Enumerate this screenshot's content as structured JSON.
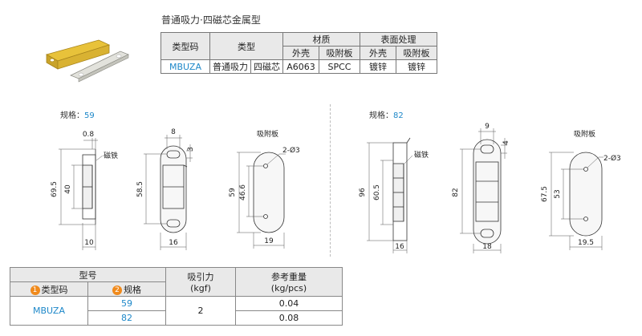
{
  "title": "普通吸力·四磁芯金属型",
  "spec_table": {
    "headers": {
      "model_code": "类型码",
      "type": "类型",
      "material": "材质",
      "surface": "表面处理",
      "shell": "外壳",
      "plate": "吸附板",
      "shell2": "外壳",
      "plate2": "吸附板"
    },
    "row": {
      "code": "MBUZA",
      "type1": "普通吸力",
      "type2": "四磁芯",
      "mat_shell": "A6063",
      "mat_plate": "SPCC",
      "surf_shell": "镀锌",
      "surf_plate": "镀锌"
    }
  },
  "spec59": {
    "label": "规格：",
    "value": "59",
    "dims": {
      "top": "0.8",
      "total_h": "69.5",
      "mag_h": "40",
      "base_w": "10",
      "side_w": "16",
      "width": "8",
      "hole": "3",
      "body_h": "58.5",
      "plate_h": "59",
      "plate_hole_dist": "46.6",
      "plate_w": "19",
      "holes": "2-Ø3"
    },
    "labels": {
      "magnet": "磁铁",
      "plate": "吸附板"
    }
  },
  "spec82": {
    "label": "规格：",
    "value": "82",
    "dims": {
      "total_h": "96",
      "mag_h": "60.5",
      "side_w": "16",
      "width": "9",
      "hole": "4",
      "body_h": "82",
      "body_w": "18",
      "plate_h": "67.5",
      "plate_hole_dist": "53",
      "plate_w": "19.5",
      "holes": "2-Ø3"
    },
    "labels": {
      "magnet": "磁铁",
      "plate": "吸附板"
    }
  },
  "model_table": {
    "headers": {
      "model": "型号",
      "code": "类型码",
      "spec": "规格",
      "force": "吸引力",
      "force_unit": "(kgf)",
      "weight": "参考重量",
      "weight_unit": "(kg/pcs)",
      "n1": "1",
      "n2": "2"
    },
    "code": "MBUZA",
    "force": "2",
    "rows": [
      {
        "spec": "59",
        "weight": "0.04"
      },
      {
        "spec": "82",
        "weight": "0.08"
      }
    ]
  }
}
